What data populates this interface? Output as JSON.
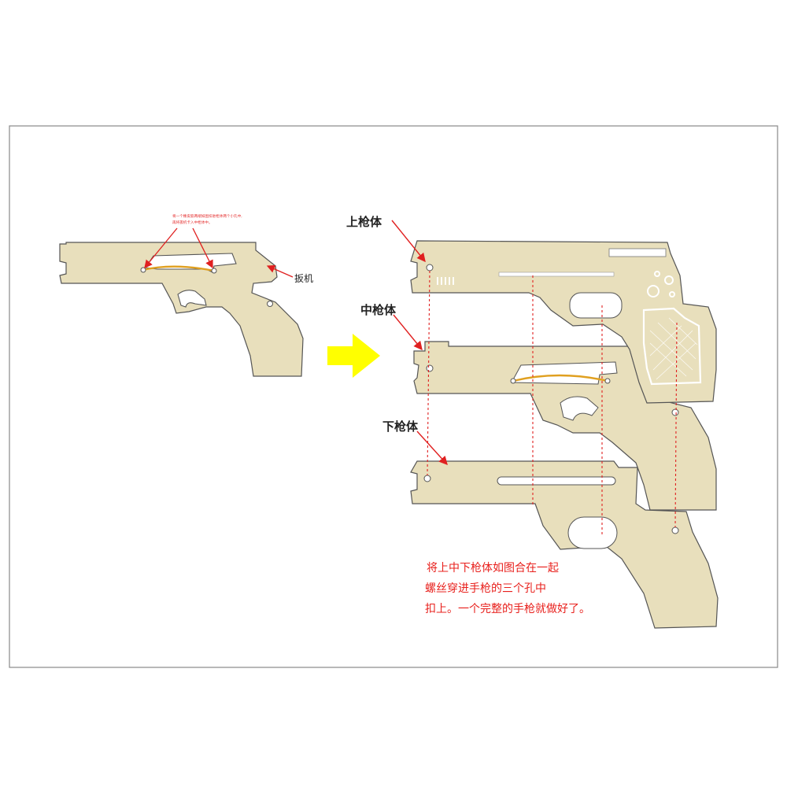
{
  "labels": {
    "top_body": "上枪体",
    "middle_body": "中枪体",
    "bottom_body": "下枪体",
    "trigger": "扳机"
  },
  "small_note": {
    "line1": "将一个橡皮筋两端如图扣进枪体两个小孔中,",
    "line2": "再将扳机卡入中枪体中。"
  },
  "instructions": {
    "line1": "将上中下枪体如图合在一起",
    "line2": "螺丝穿进手枪的三个孔中",
    "line3": "扣上。一个完整的手枪就做好了。"
  },
  "colors": {
    "wood": "#e8dfbc",
    "outline": "#555555",
    "arrow": "#ffff00",
    "annotation_red": "#e02020",
    "band": "#e0a020",
    "frame": "#888888"
  }
}
